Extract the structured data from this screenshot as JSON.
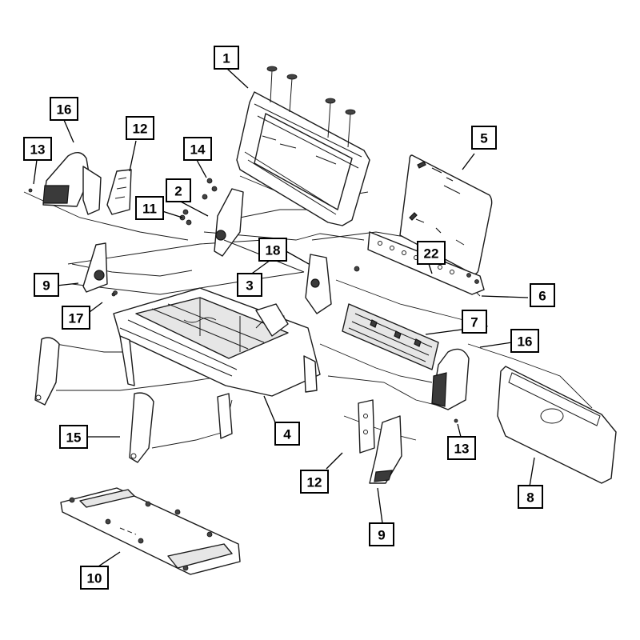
{
  "callouts": {
    "c1": "1",
    "c2": "2",
    "c3": "3",
    "c4": "4",
    "c5": "5",
    "c6": "6",
    "c7": "7",
    "c8": "8",
    "c9_left": "9",
    "c9_bottom": "9",
    "c10": "10",
    "c11": "11",
    "c12_top": "12",
    "c12_bottom": "12",
    "c13_top": "13",
    "c13_right": "13",
    "c14": "14",
    "c15": "15",
    "c16_top": "16",
    "c16_right": "16",
    "c17": "17",
    "c18": "18",
    "c22": "22"
  }
}
